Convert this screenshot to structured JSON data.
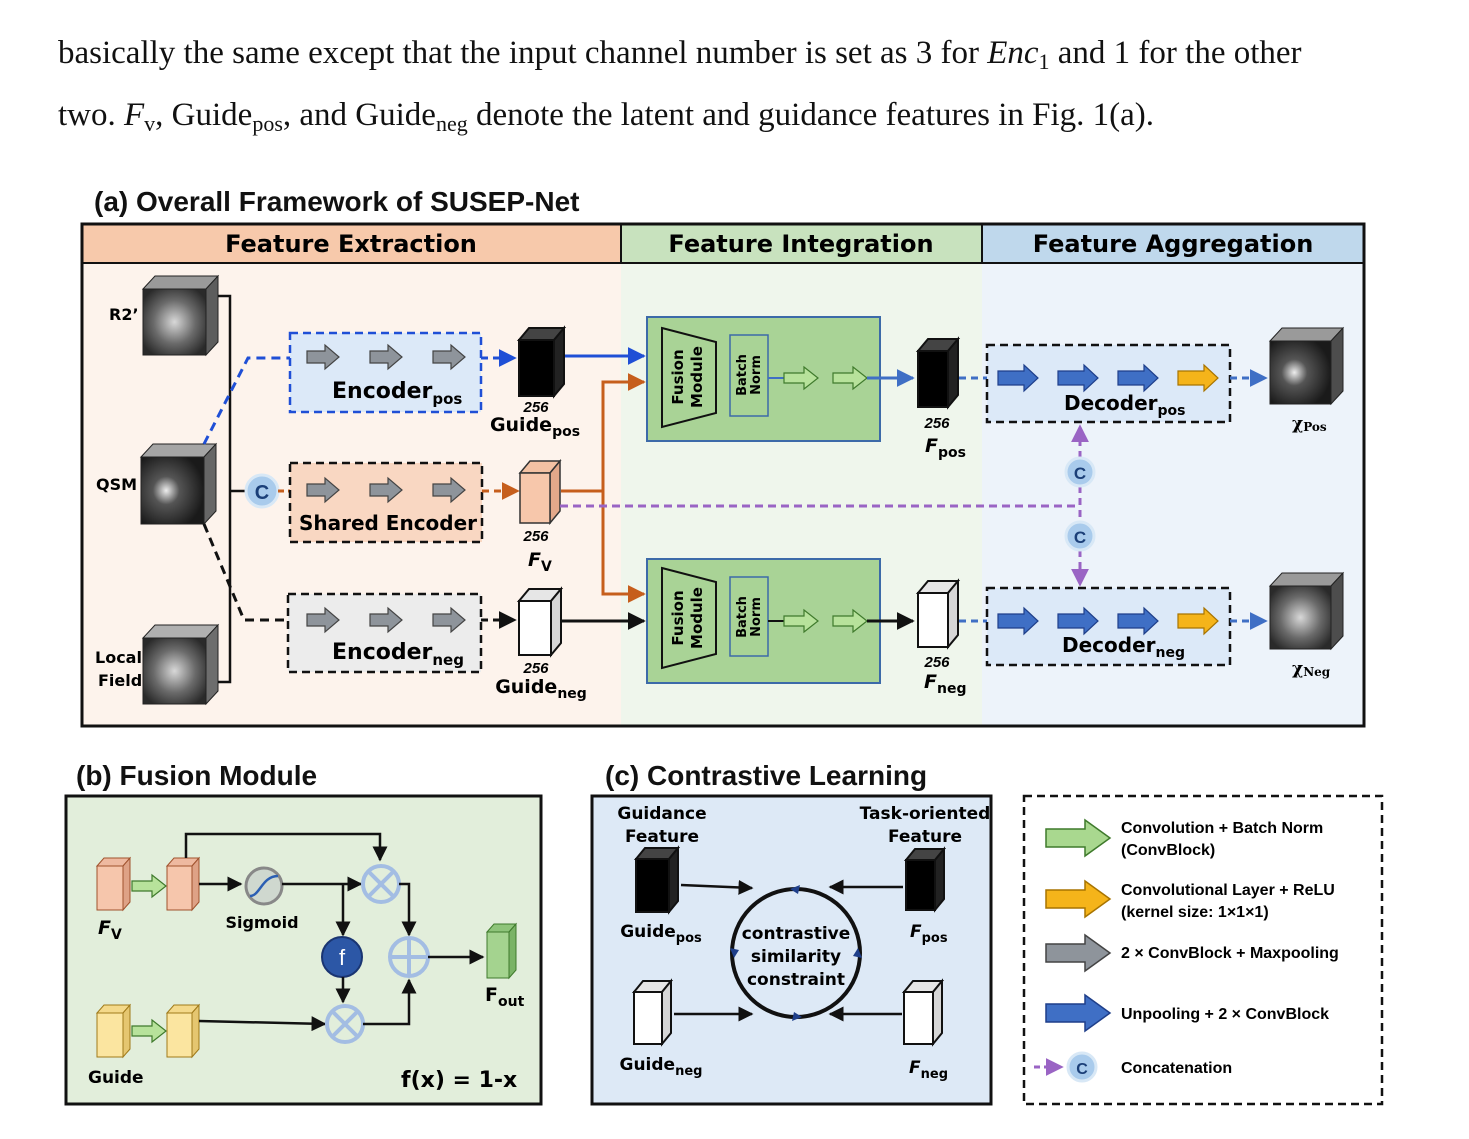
{
  "intro": {
    "line1_a": "basically the same except that the input channel number is set as 3 for ",
    "line1_enc": "Enc",
    "line1_enc_sub": "1",
    "line1_b": " and 1 for the other",
    "line2_two": "two. ",
    "line2_f": "F",
    "line2_f_sub": "v",
    "line2_c": ", Guide",
    "line2_pos": "pos",
    "line2_d": ", and Guide",
    "line2_neg": "neg",
    "line2_e": " denote the latent and guidance features in Fig. 1(a)."
  },
  "panel_a": {
    "title": "(a) Overall Framework of SUSEP-Net",
    "sections": {
      "extraction": "Feature Extraction",
      "integration": "Feature Integration",
      "aggregation": "Feature Aggregation"
    },
    "inputs": {
      "r2": "R2’",
      "qsm": "QSM",
      "local1": "Local",
      "local2": "Field"
    },
    "concat": "C",
    "encoder_pos": "Encoder",
    "encoder_pos_sub": "pos",
    "shared_encoder": "Shared Encoder",
    "encoder_neg": "Encoder",
    "encoder_neg_sub": "neg",
    "dim": "256",
    "guide": "Guide",
    "pos": "pos",
    "neg": "neg",
    "fv": "F",
    "fv_sub": "V",
    "f": "F",
    "fusion1": "Fusion",
    "fusion2": "Module",
    "batch1": "Batch",
    "batch2": "Norm",
    "decoder": "Decoder",
    "chi": "χ",
    "chi_pos": "Pos",
    "chi_neg": "Neg"
  },
  "panel_b": {
    "title": "(b) Fusion Module",
    "fv": "F",
    "fv_sub": "V",
    "sigmoid": "Sigmoid",
    "f_circle": "f",
    "fout": "F",
    "fout_sub": "out",
    "guide": "Guide",
    "formula": "f(x) = 1-x"
  },
  "panel_c": {
    "title": "(c) Contrastive Learning",
    "guidance1": "Guidance",
    "guidance2": "Feature",
    "task1": "Task-oriented",
    "task2": "Feature",
    "guide": "Guide",
    "pos": "pos",
    "neg": "neg",
    "f": "F",
    "center1": "contrastive",
    "center2": "similarity",
    "center3": "constraint"
  },
  "legend": {
    "conv1": "Convolution + Batch Norm",
    "conv2": "(ConvBlock)",
    "relu1": "Convolutional Layer + ReLU",
    "relu2": "(kernel size: 1×1×1)",
    "pool": "2 × ConvBlock + Maxpooling",
    "unpool": "Unpooling + 2 × ConvBlock",
    "concat_c": "C",
    "concat": "Concatenation"
  },
  "colors": {
    "extraction_header": "#f7c9ab",
    "integration_header": "#c8e2be",
    "aggregation_header": "#bfd8ec",
    "fusion_box": "#a9d396",
    "blue_arrow": "#3f6fc5",
    "orange_arrow": "#c65e1c",
    "purple_dash": "#9a64c4",
    "yellow_arrow": "#f5b41a",
    "green_arrow": "#a9d88f",
    "gray_arrow": "#8e949b"
  }
}
